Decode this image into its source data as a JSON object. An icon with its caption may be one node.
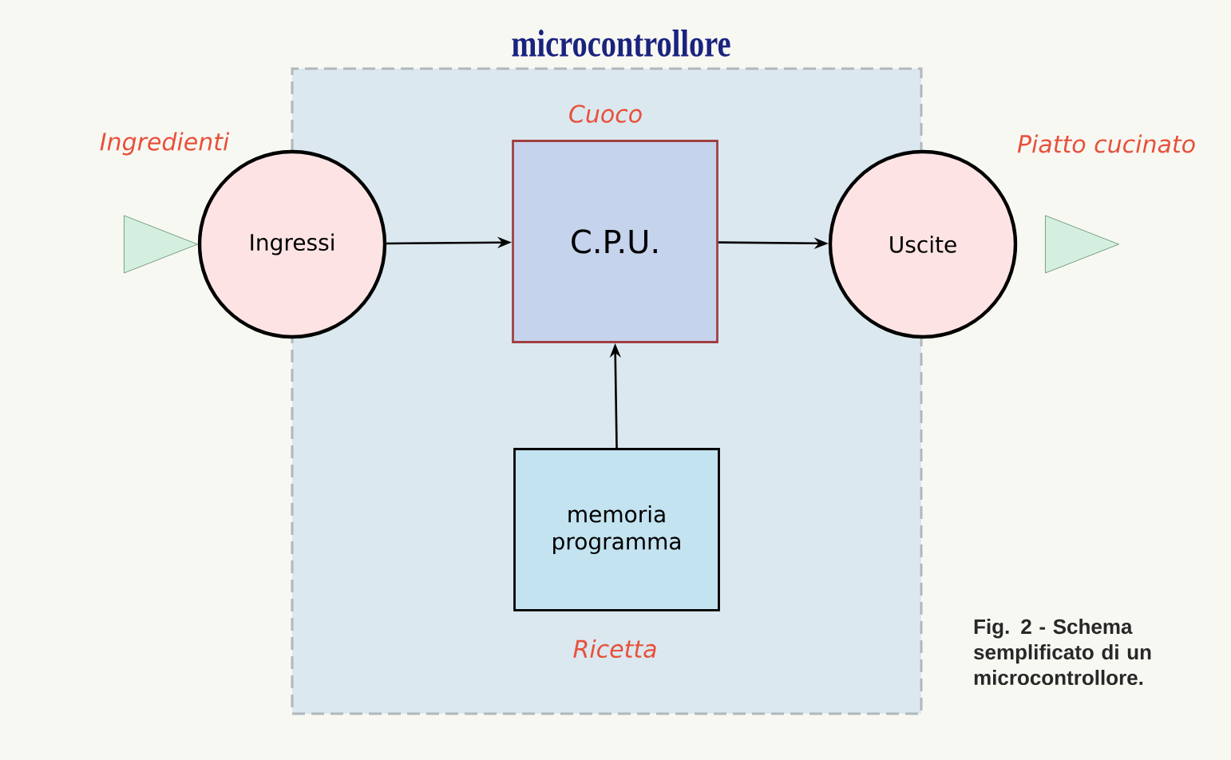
{
  "diagram": {
    "caption": "Fig. 2 - Schema semplificato di un microcontrollore.",
    "nodes": [
      {
        "text": [
          "microcontrollore"
        ]
      },
      {
        "text": [
          "Ingressi"
        ],
        "beside": [
          "Ingredienti"
        ]
      },
      {
        "text": [
          "C.P.U."
        ],
        "in": 0,
        "beside": [
          "Cuoco"
        ]
      },
      {
        "text": [
          "Uscite"
        ],
        "beside": [
          "Piatto cucinato"
        ]
      },
      {
        "text": [
          "memoria programma"
        ],
        "in": 0,
        "beside": [
          "Ricetta"
        ]
      },
      {
        "text": [],
        "shape": "triangle"
      },
      {
        "text": [],
        "shape": "triangle"
      }
    ],
    "edges": [
      {
        "from": 1,
        "to": 2,
        "arrow": "to"
      },
      {
        "from": 2,
        "to": 3,
        "arrow": "to"
      },
      {
        "from": 4,
        "to": 2,
        "arrow": "to"
      }
    ]
  }
}
